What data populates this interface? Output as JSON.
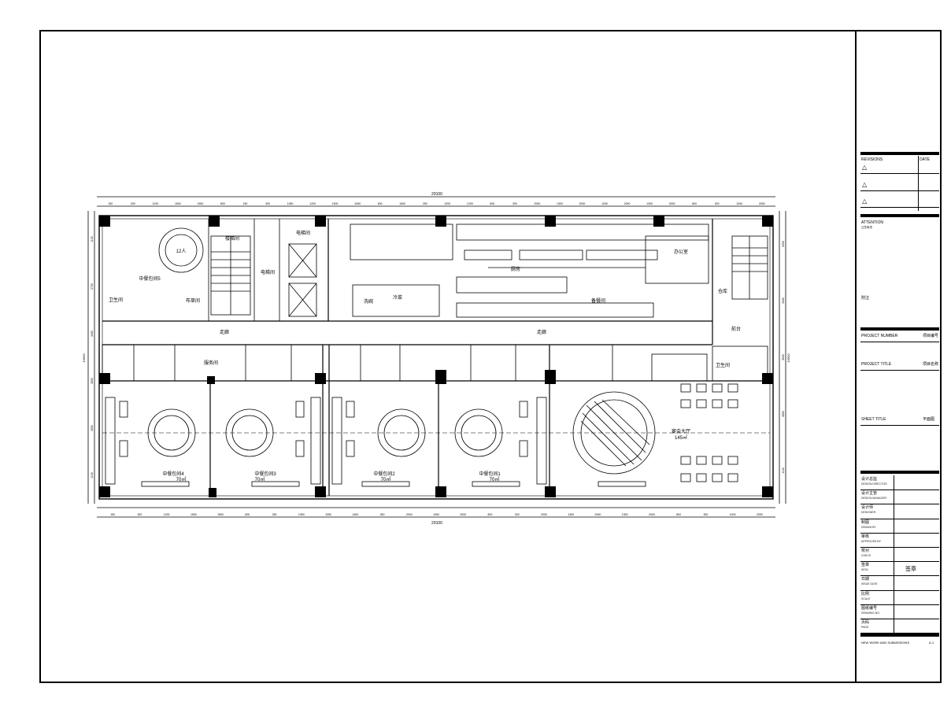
{
  "plan": {
    "overall_dimension_top": "29100",
    "overall_dimension_bottom": "29100",
    "overall_height_left": "16900",
    "overall_height_right": "16900",
    "top_dims": [
      "150",
      "300",
      "1200",
      "1500",
      "1500",
      "800",
      "150",
      "300",
      "1050",
      "1200",
      "1500",
      "1050",
      "600",
      "1500",
      "250",
      "1200",
      "1200",
      "800",
      "300",
      "2000",
      "1300",
      "2000",
      "1200",
      "2000",
      "1300",
      "2000",
      "800",
      "300",
      "1000",
      "2000"
    ],
    "bottom_dims": [
      "150",
      "300",
      "1200",
      "1500",
      "1500",
      "800",
      "250",
      "1050",
      "1050",
      "1400",
      "250",
      "2000",
      "1300",
      "2000",
      "800",
      "300",
      "2000",
      "1300",
      "2000",
      "1300",
      "2000",
      "800",
      "300",
      "1000",
      "2000"
    ],
    "left_dims": [
      "1100",
      "2750",
      "3450",
      "2850",
      "2850",
      "1100"
    ],
    "right_dims": [
      "2900",
      "3450",
      "3500",
      "2850",
      "1100"
    ],
    "rooms": {
      "vip_room_top_left": "中餐包间5",
      "vip_room_top_left_seats": "12人",
      "stair_hall": "楼梯间",
      "elevator_hall": "电梯间",
      "elevator_room": "电梯间",
      "toilet": "卫生间",
      "linen": "布草间",
      "kitchen_main": "厨房",
      "kitchen_prep": "备餐间",
      "kitchen_cold": "冷菜",
      "kitchen_wash": "洗碗",
      "office": "办公室",
      "storage": "仓库",
      "corridor_left": "走廊",
      "corridor_right": "走廊",
      "service_room": "服务间",
      "room_1": "中餐包间4",
      "room_1_area": "70㎡",
      "room_2": "中餐包间3",
      "room_2_area": "70㎡",
      "room_3": "中餐包间2",
      "room_3_area": "70㎡",
      "room_4": "中餐包间1",
      "room_4_area": "70㎡",
      "banquet": "宴会大厅",
      "banquet_area": "145㎡",
      "wash_small": "卫生间",
      "front": "前台"
    }
  },
  "titleblock": {
    "revisions_label": "REVISIONS",
    "date_label": "DATE",
    "attention_label": "ATTENTION",
    "attention_sub": "注意事项",
    "notes_label": "附注",
    "project_number_label": "PROJECT NUMBER",
    "project_number_value": "项目编号",
    "project_title_label": "PROJECT TITLE",
    "project_title_value": "项目名称",
    "sheet_title_label": "SHEET TITLE",
    "sheet_title_value": "平面图",
    "approval_rows": [
      {
        "cn": "设计总监",
        "en": "DESIGN DIRECTOR"
      },
      {
        "cn": "设计主管",
        "en": "DESIGN MANAGER"
      },
      {
        "cn": "设计师",
        "en": "DESIGNER"
      },
      {
        "cn": "制图",
        "en": "DRAWN BY"
      },
      {
        "cn": "审核",
        "en": "APPROVED BY"
      },
      {
        "cn": "校对",
        "en": "CHECK"
      },
      {
        "cn": "签章",
        "en": "SIGN"
      },
      {
        "cn": "日期",
        "en": "ISSUE DATE"
      },
      {
        "cn": "比例",
        "en": "SCALE"
      },
      {
        "cn": "图纸编号",
        "en": "DRAWING NO."
      },
      {
        "cn": "页码",
        "en": "PAGE"
      }
    ],
    "signature": "签章",
    "footer_label": "NEW WORK AND SUBMISSIONS",
    "footer_code": "A-1"
  }
}
